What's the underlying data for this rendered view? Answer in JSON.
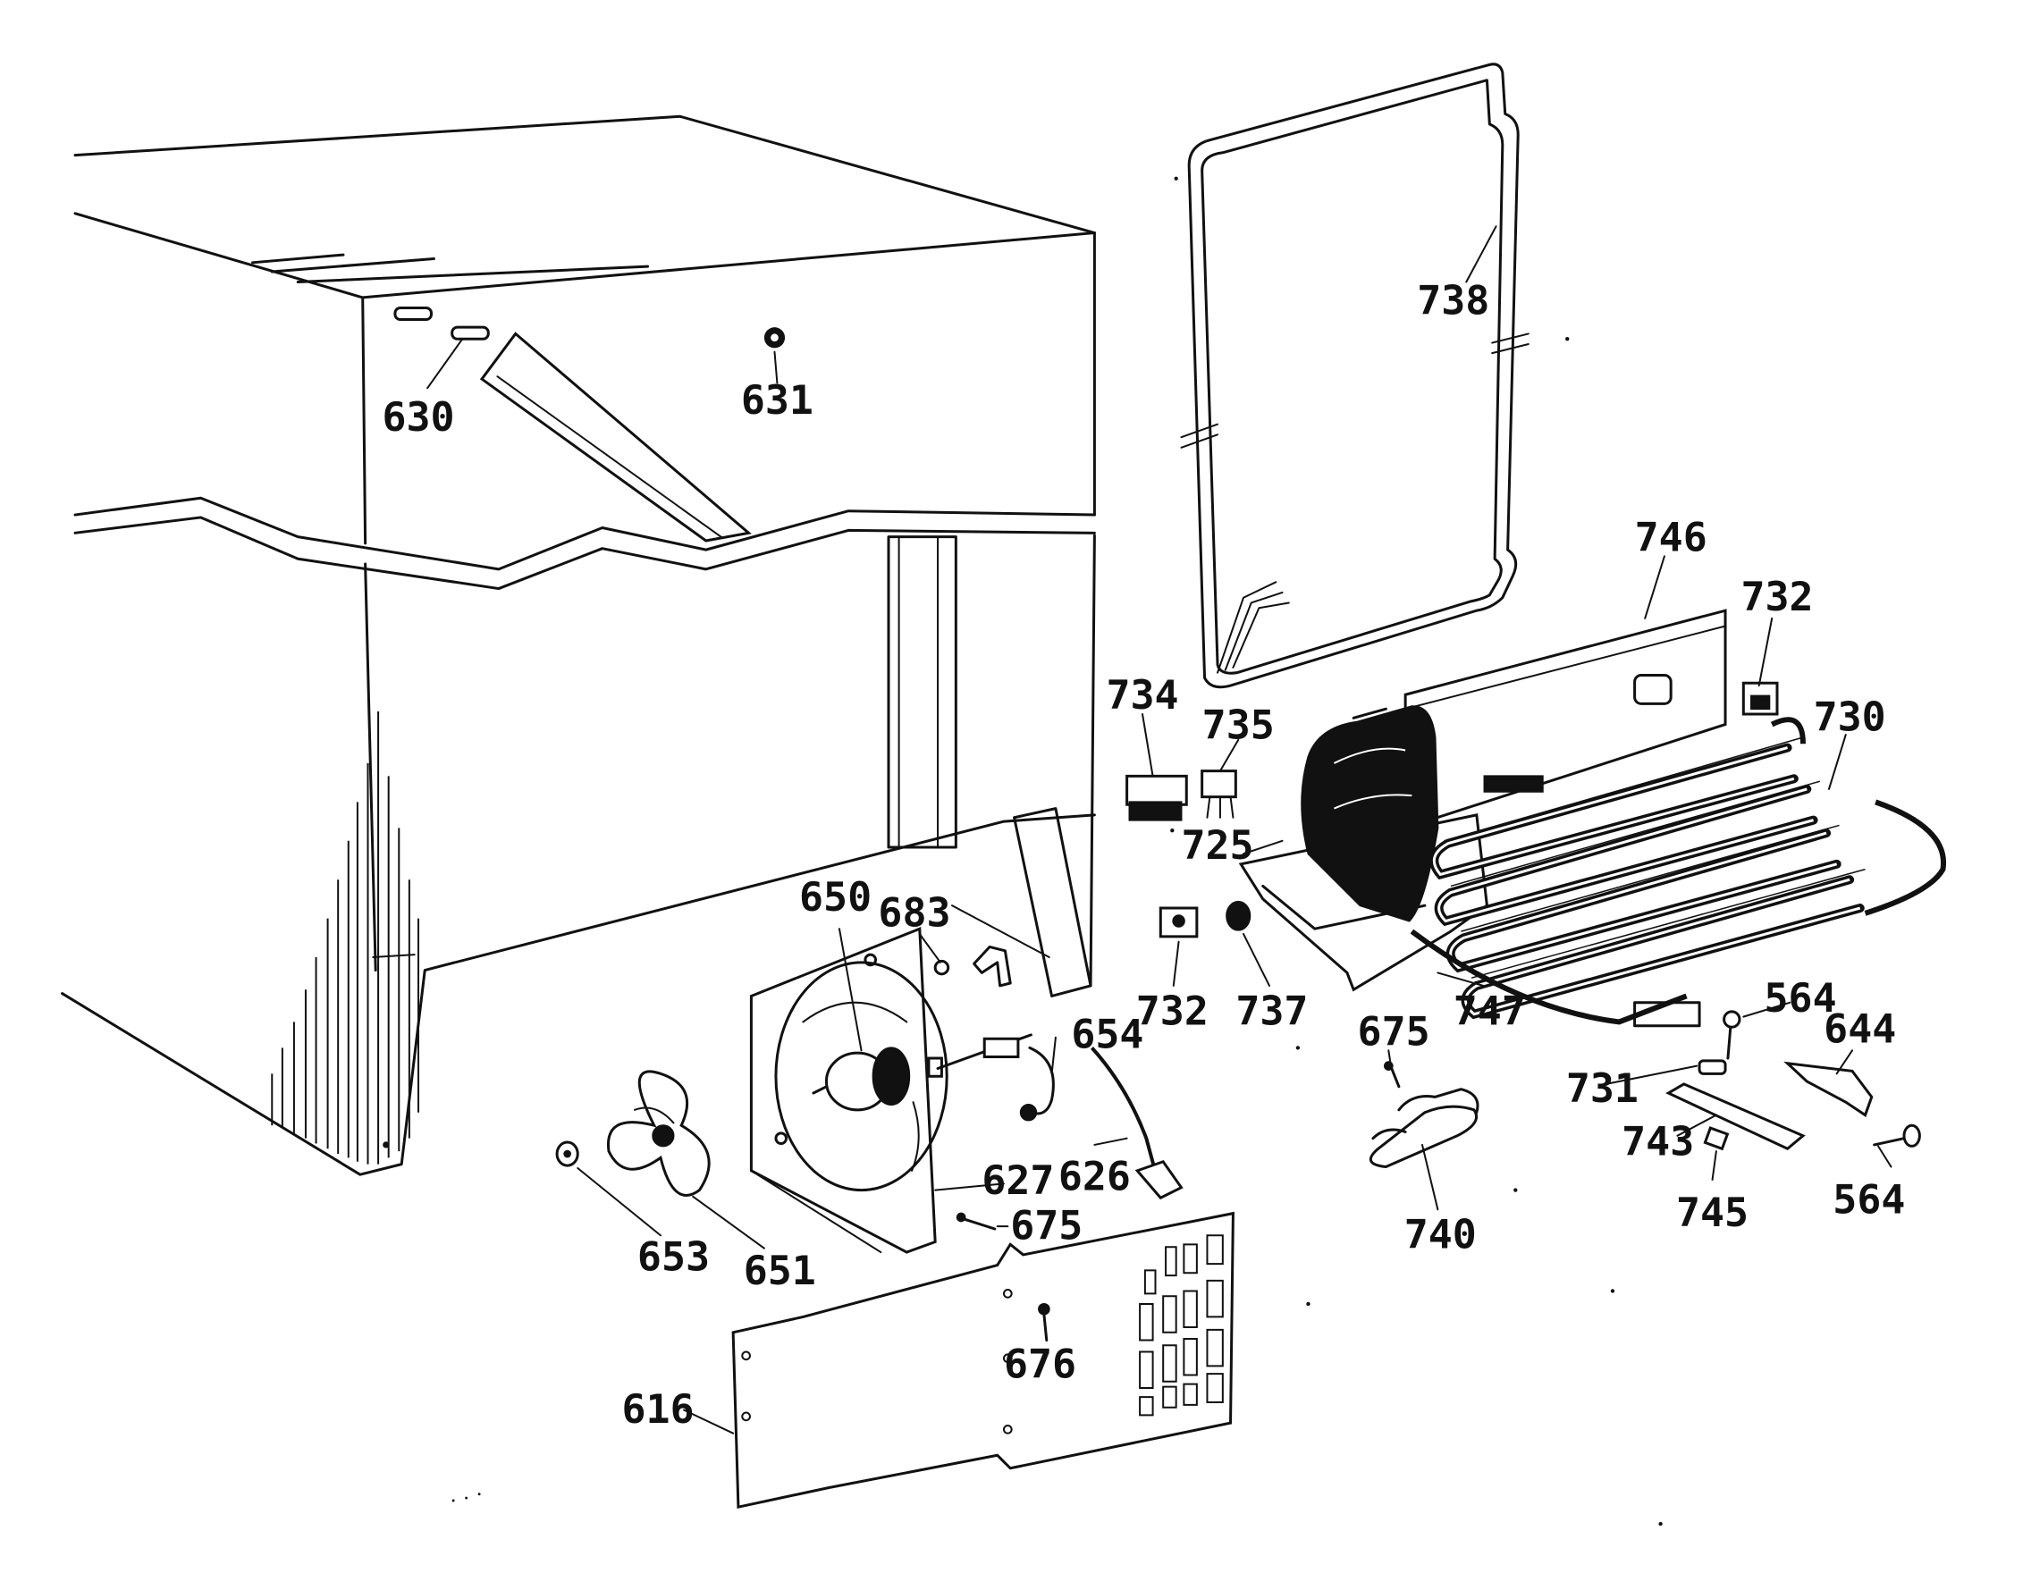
{
  "diagram": {
    "type": "exploded-parts-view",
    "callouts": [
      {
        "id": "c630",
        "text": "630"
      },
      {
        "id": "c631",
        "text": "631"
      },
      {
        "id": "c738",
        "text": "738"
      },
      {
        "id": "c746",
        "text": "746"
      },
      {
        "id": "c732a",
        "text": "732"
      },
      {
        "id": "c730",
        "text": "730"
      },
      {
        "id": "c734",
        "text": "734"
      },
      {
        "id": "c735",
        "text": "735"
      },
      {
        "id": "c725",
        "text": "725"
      },
      {
        "id": "c650",
        "text": "650"
      },
      {
        "id": "c683",
        "text": "683"
      },
      {
        "id": "c732b",
        "text": "732"
      },
      {
        "id": "c737",
        "text": "737"
      },
      {
        "id": "c675a",
        "text": "675"
      },
      {
        "id": "c747",
        "text": "747"
      },
      {
        "id": "c564a",
        "text": "564"
      },
      {
        "id": "c644",
        "text": "644"
      },
      {
        "id": "c654",
        "text": "654"
      },
      {
        "id": "c731",
        "text": "731"
      },
      {
        "id": "c743",
        "text": "743"
      },
      {
        "id": "c745",
        "text": "745"
      },
      {
        "id": "c564b",
        "text": "564"
      },
      {
        "id": "c627",
        "text": "627"
      },
      {
        "id": "c626",
        "text": "626"
      },
      {
        "id": "c740",
        "text": "740"
      },
      {
        "id": "c675b",
        "text": "675"
      },
      {
        "id": "c653",
        "text": "653"
      },
      {
        "id": "c651",
        "text": "651"
      },
      {
        "id": "c676",
        "text": "676"
      },
      {
        "id": "c616",
        "text": "616"
      }
    ]
  }
}
